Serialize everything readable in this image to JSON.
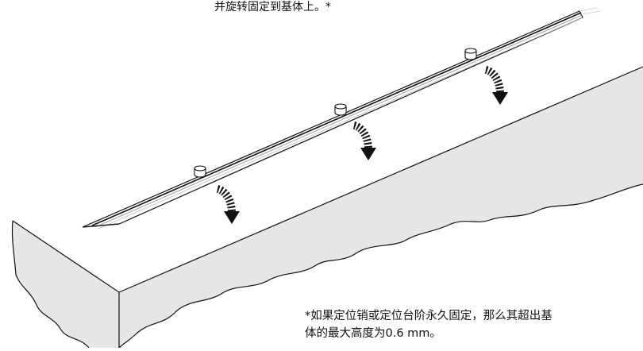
{
  "top_caption": "并旋转固定到基体上。*",
  "footnote": {
    "line1": "*如果定位销或定位台阶永久固定，那么其超出基",
    "line2": "体的最大高度为0.6 mm。"
  },
  "colors": {
    "block_top": "#ffffff",
    "block_side": "#e6e6e6",
    "outline": "#111111",
    "arrow_fill": "#111111"
  },
  "icons": [
    "locating-pin-icon",
    "rotate-down-arrow-icon",
    "blade-strip"
  ]
}
